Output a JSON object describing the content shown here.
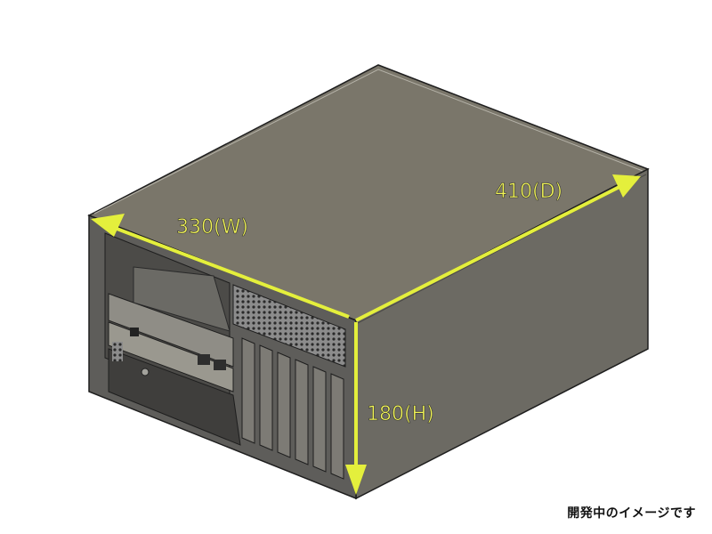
{
  "dimensions": {
    "width_label": "330(W)",
    "depth_label": "410(D)",
    "height_label": "180(H)"
  },
  "caption": "開発中のイメージです",
  "colors": {
    "arrow": "#e4ef3c",
    "label": "#f2f556",
    "top_face": "#7a766a",
    "right_face": "#6c6a63",
    "front_interior": "#5e5d5a",
    "edge": "#1e1e1e"
  }
}
